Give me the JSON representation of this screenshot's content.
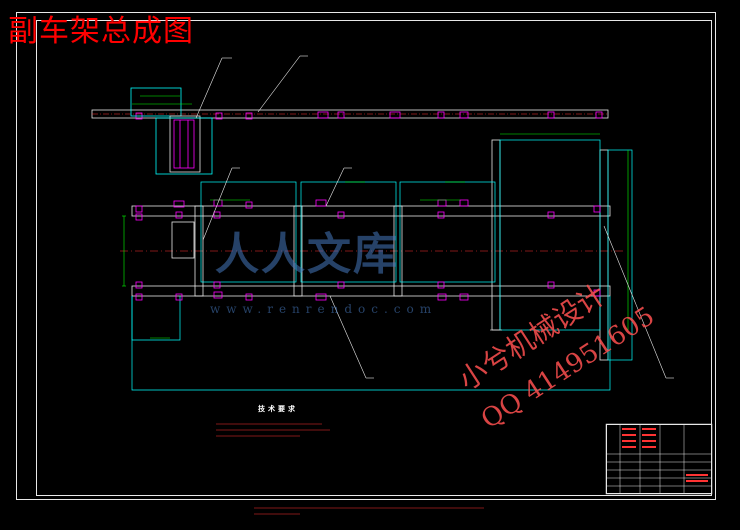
{
  "drawing": {
    "title": "副车架总成图",
    "watermark_logo": "人人文库",
    "watermark_url": "www.renrendoc.com",
    "watermark_red_line1": "小兮机械设计",
    "watermark_red_line2": "QQ 414951605",
    "tech_requirements_title": "技术要求"
  },
  "colors": {
    "background": "#000000",
    "frame_line": "#e8e8e8",
    "outline": "#00ffff",
    "part_outline": "#ffffff",
    "dimension": "#00ff00",
    "section": "#ff00ff",
    "annotation": "#ff0000",
    "watermark_blue": "#4678be",
    "watermark_red": "#ff5050"
  }
}
